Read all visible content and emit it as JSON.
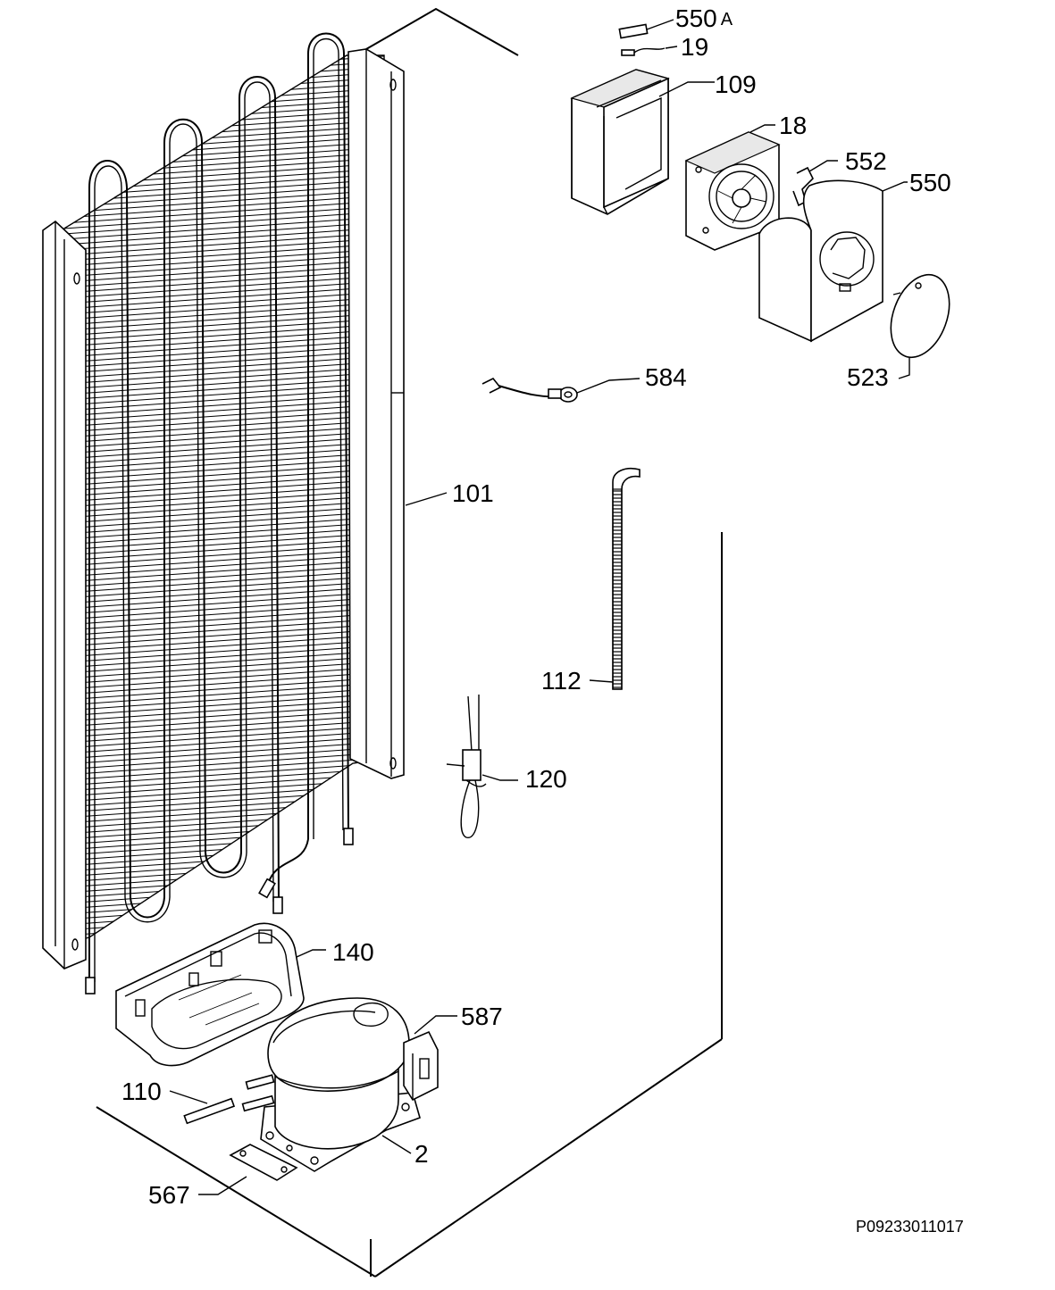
{
  "labels": {
    "p550a_num": "550",
    "p550a_suffix": "A",
    "p19": "19",
    "p109": "109",
    "p18": "18",
    "p552": "552",
    "p550": "550",
    "p523": "523",
    "p584": "584",
    "p101": "101",
    "p112": "112",
    "p120": "120",
    "p140": "140",
    "p587": "587",
    "p110": "110",
    "p2": "2",
    "p567": "567"
  },
  "drawing_code": "P09233011017"
}
